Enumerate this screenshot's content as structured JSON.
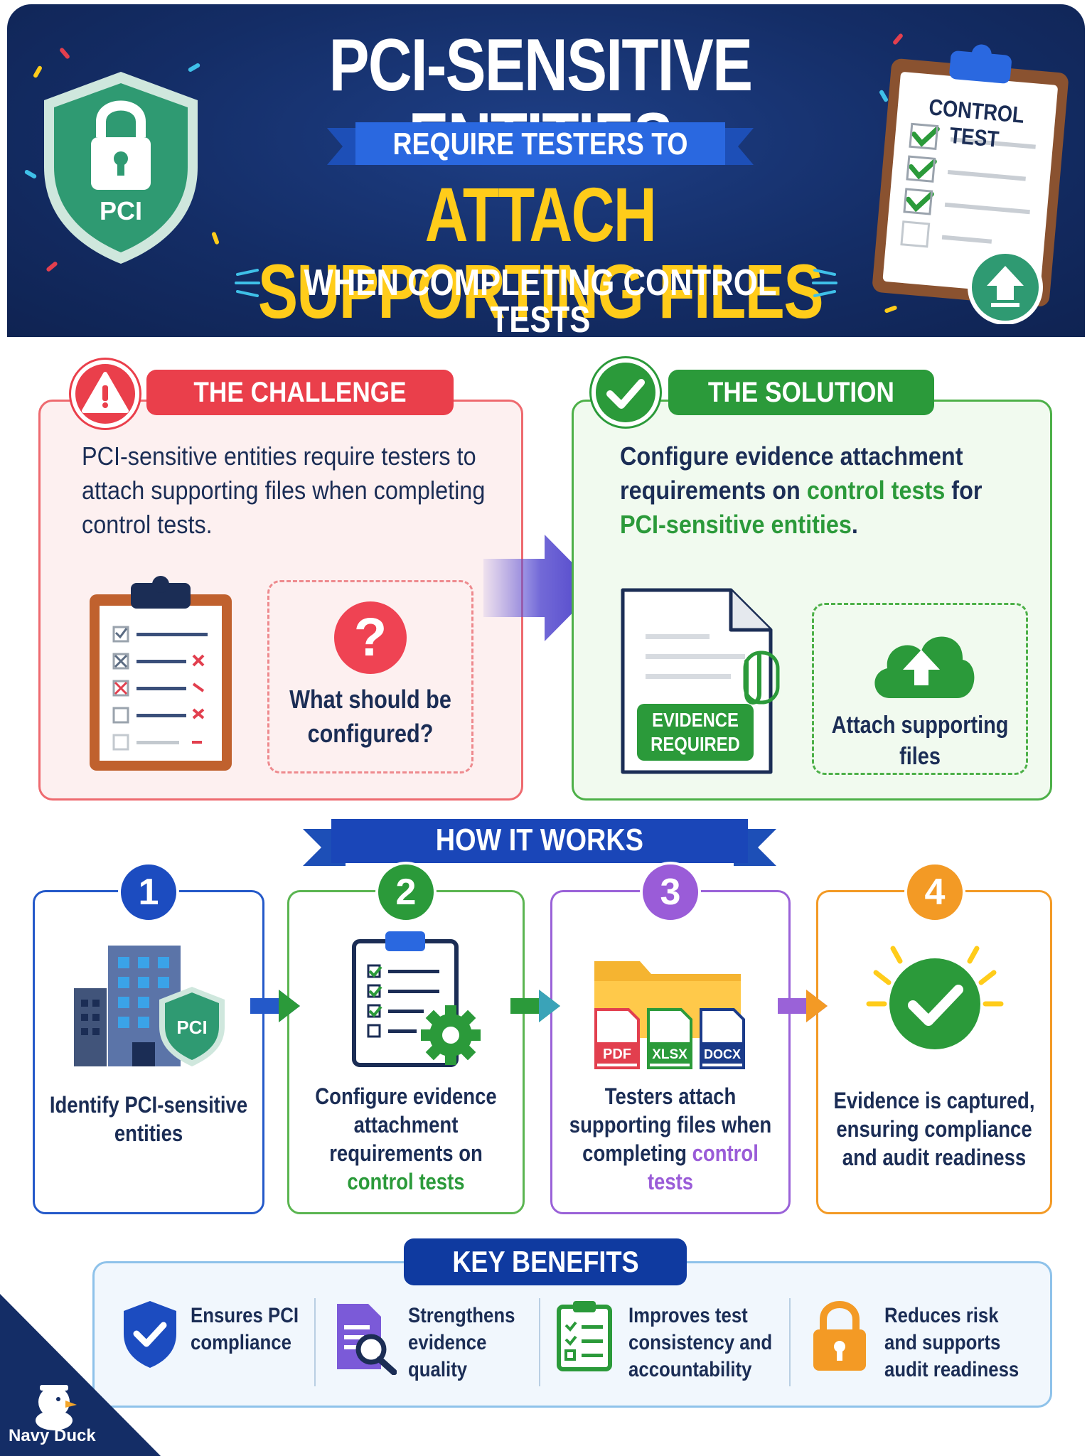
{
  "header": {
    "title_line1": "PCI-SENSITIVE ENTITIES",
    "ribbon": "REQUIRE TESTERS TO",
    "title_line2": "ATTACH SUPPORTING FILES",
    "title_line3": "WHEN COMPLETING CONTROL TESTS",
    "shield_label": "PCI",
    "clipboard_label": "CONTROL TEST",
    "colors": {
      "navy": "#142d66",
      "yellow": "#ffcc1a",
      "shield_green": "#2f9a72"
    }
  },
  "challenge": {
    "label": "THE CHALLENGE",
    "text": "PCI-sensitive entities require testers to attach supporting files when completing control tests.",
    "question": "What should be configured?",
    "question_mark": "?"
  },
  "solution": {
    "label": "THE SOLUTION",
    "text_part1": "Configure evidence attachment requirements on ",
    "text_hl1": "control tests",
    "text_part2": " for ",
    "text_hl2": "PCI-sensitive entities",
    "text_part3": ".",
    "badge": "EVIDENCE REQUIRED",
    "attach": "Attach supporting files"
  },
  "how": {
    "title": "HOW IT WORKS",
    "steps": [
      {
        "num": "1",
        "text": "Identify PCI-sensitive entities",
        "badge": "PCI"
      },
      {
        "num": "2",
        "text": "Configure evidence attachment requirements on ",
        "hl": "control tests"
      },
      {
        "num": "3",
        "text": "Testers attach supporting files when completing ",
        "hl": "control tests",
        "files": [
          "PDF",
          "XLSX",
          "DOCX"
        ]
      },
      {
        "num": "4",
        "text": "Evidence is captured, ensuring compliance and audit readiness"
      }
    ]
  },
  "benefits": {
    "title": "KEY BENEFITS",
    "items": [
      {
        "lines": [
          "Ensures PCI",
          "compliance"
        ],
        "icon": "shield-check-icon"
      },
      {
        "lines": [
          "Strengthens",
          "evidence",
          "quality"
        ],
        "icon": "document-search-icon"
      },
      {
        "lines": [
          "Improves test",
          "consistency and",
          "accountability"
        ],
        "icon": "checklist-icon"
      },
      {
        "lines": [
          "Reduces risk",
          "and supports",
          "audit readiness"
        ],
        "icon": "lock-icon"
      }
    ]
  },
  "logo": {
    "text": "Navy Duck"
  }
}
